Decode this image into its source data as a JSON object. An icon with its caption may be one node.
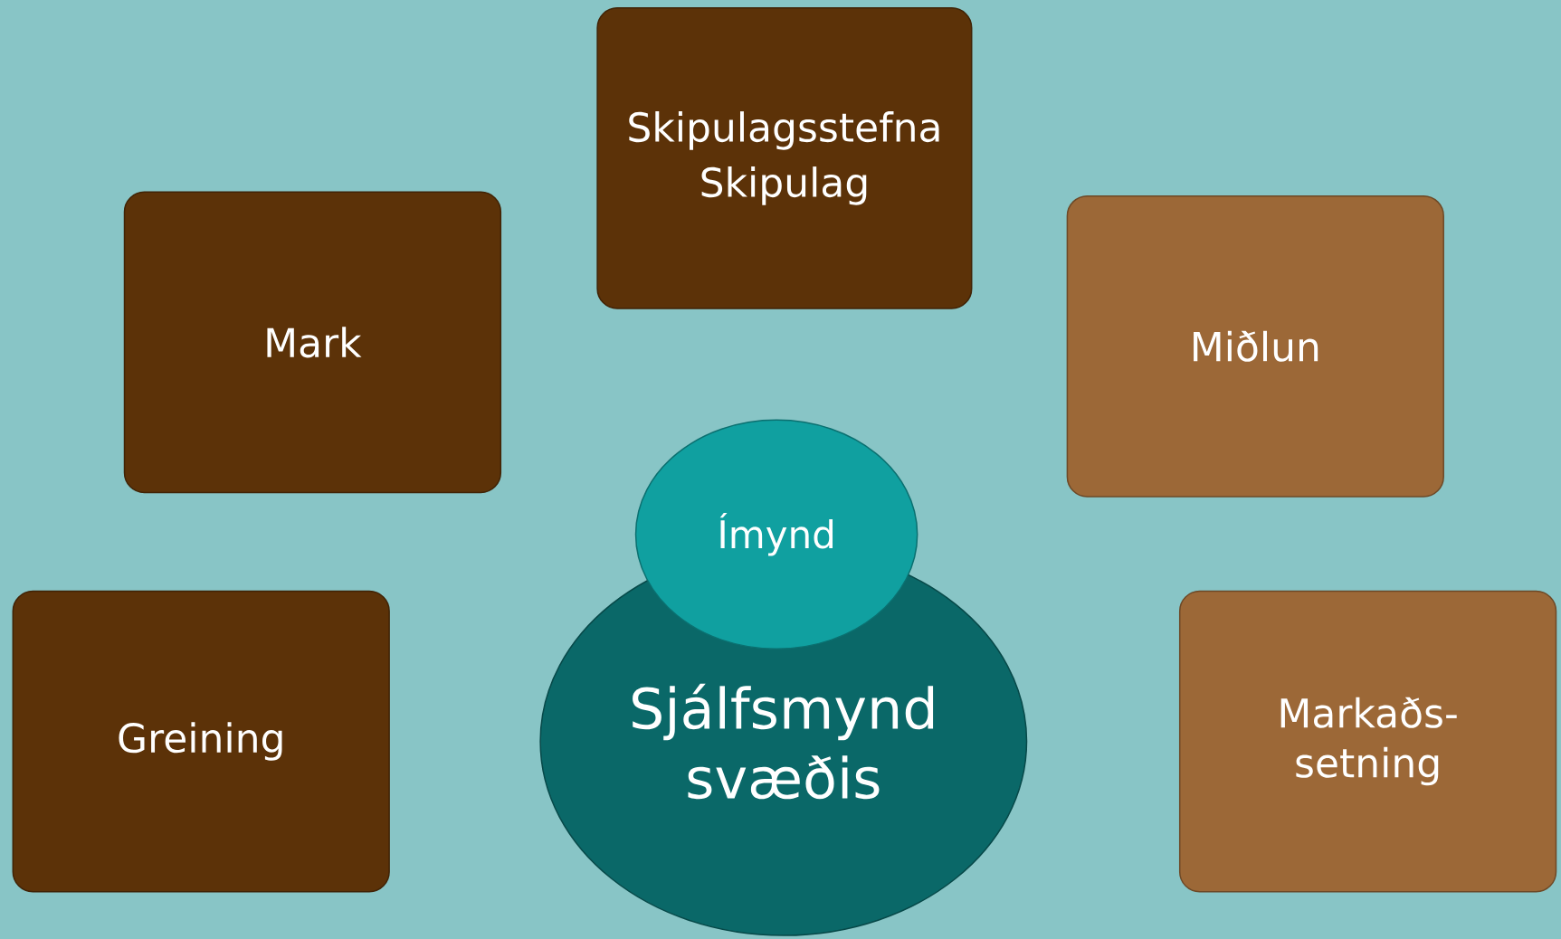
{
  "diagram": {
    "nodes": [
      {
        "text": [
          "Skipulagsstefna",
          "Skipulag"
        ]
      },
      {
        "text": [
          "Mark"
        ]
      },
      {
        "text": [
          "Miðlun"
        ]
      },
      {
        "text": [
          "Greining"
        ]
      },
      {
        "text": [
          "Sjálfsmynd svæðis"
        ]
      },
      {
        "text": [
          "Ímynd"
        ]
      },
      {
        "text": [
          "Markaðs- setning"
        ]
      }
    ]
  }
}
